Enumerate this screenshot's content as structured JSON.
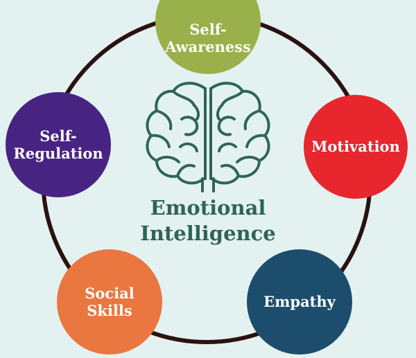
{
  "diagram": {
    "center": {
      "line1": "Emotional",
      "line2": "Intelligence",
      "icon": "brain-icon"
    },
    "nodes": [
      {
        "id": "self-awareness",
        "label": "Self-\nAwareness",
        "color": "#9ab04a"
      },
      {
        "id": "motivation",
        "label": "Motivation",
        "color": "#e8262d"
      },
      {
        "id": "empathy",
        "label": "Empathy",
        "color": "#1c4d6c"
      },
      {
        "id": "social-skills",
        "label": "Social\nSkills",
        "color": "#e9773f"
      },
      {
        "id": "self-regulation",
        "label": "Self-\nRegulation",
        "color": "#482482"
      }
    ],
    "colors": {
      "background": "#e3f2f0",
      "ring": "#2a1210",
      "brain": "#2f6552",
      "title": "#2f6552"
    }
  }
}
